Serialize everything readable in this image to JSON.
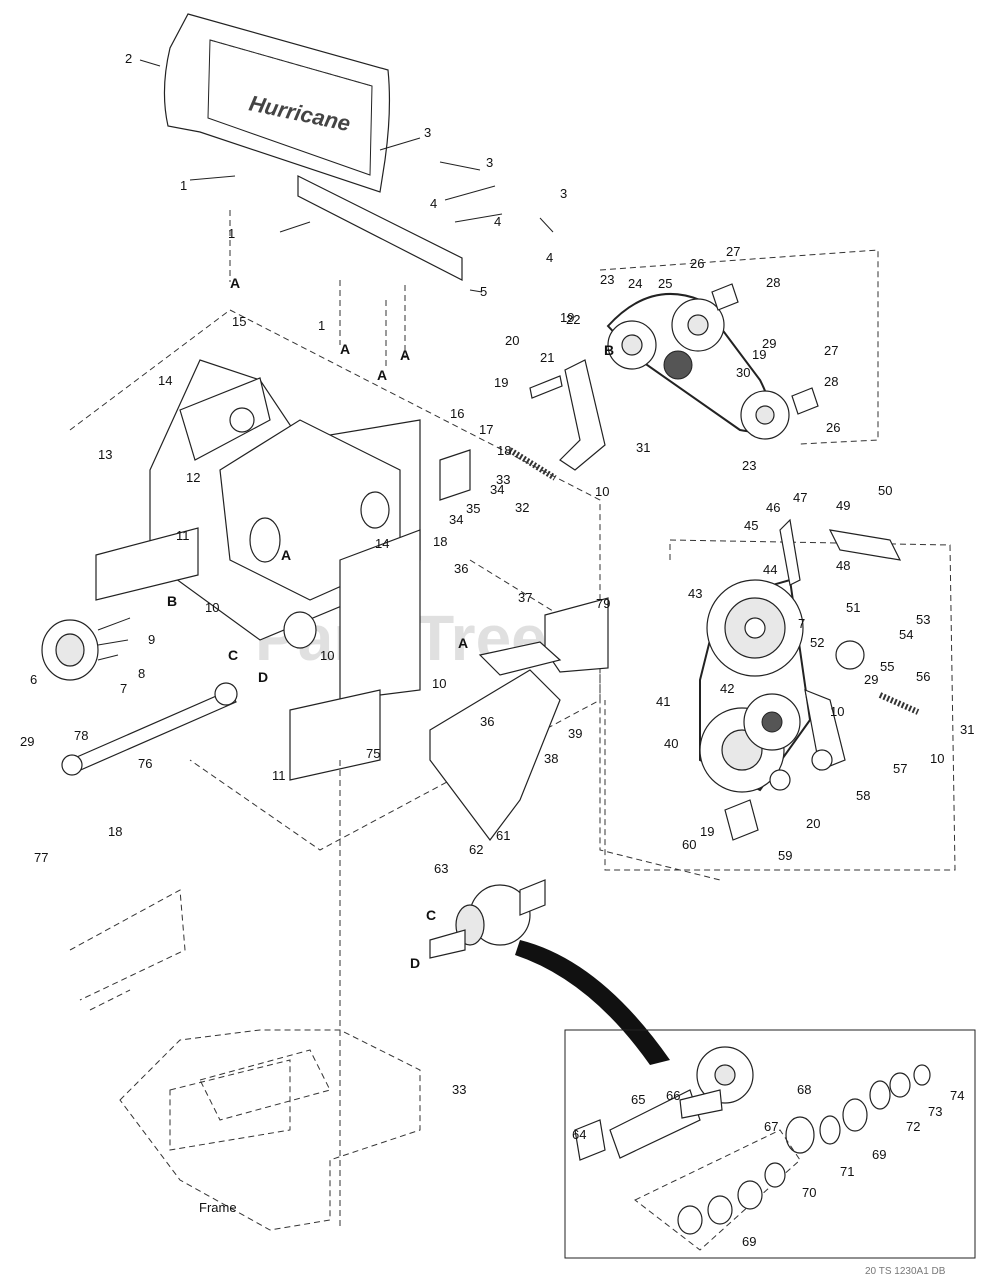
{
  "watermark": "PartsTree",
  "footer_code": "20 TS 1230A1 DB",
  "frame_label": "Frame",
  "reference_letters": [
    "A",
    "B",
    "C",
    "D"
  ],
  "callouts": [
    "1",
    "2",
    "3",
    "4",
    "5",
    "6",
    "7",
    "8",
    "9",
    "10",
    "11",
    "12",
    "13",
    "14",
    "15",
    "16",
    "17",
    "18",
    "19",
    "20",
    "21",
    "22",
    "23",
    "24",
    "25",
    "26",
    "27",
    "28",
    "29",
    "30",
    "31",
    "32",
    "33",
    "34",
    "35",
    "36",
    "37",
    "38",
    "39",
    "40",
    "41",
    "42",
    "43",
    "44",
    "45",
    "46",
    "47",
    "48",
    "49",
    "50",
    "51",
    "52",
    "53",
    "54",
    "55",
    "56",
    "57",
    "58",
    "59",
    "60",
    "61",
    "62",
    "63",
    "64",
    "65",
    "66",
    "67",
    "68",
    "69",
    "70",
    "71",
    "72",
    "73",
    "74",
    "75",
    "76",
    "77",
    "78",
    "79"
  ]
}
